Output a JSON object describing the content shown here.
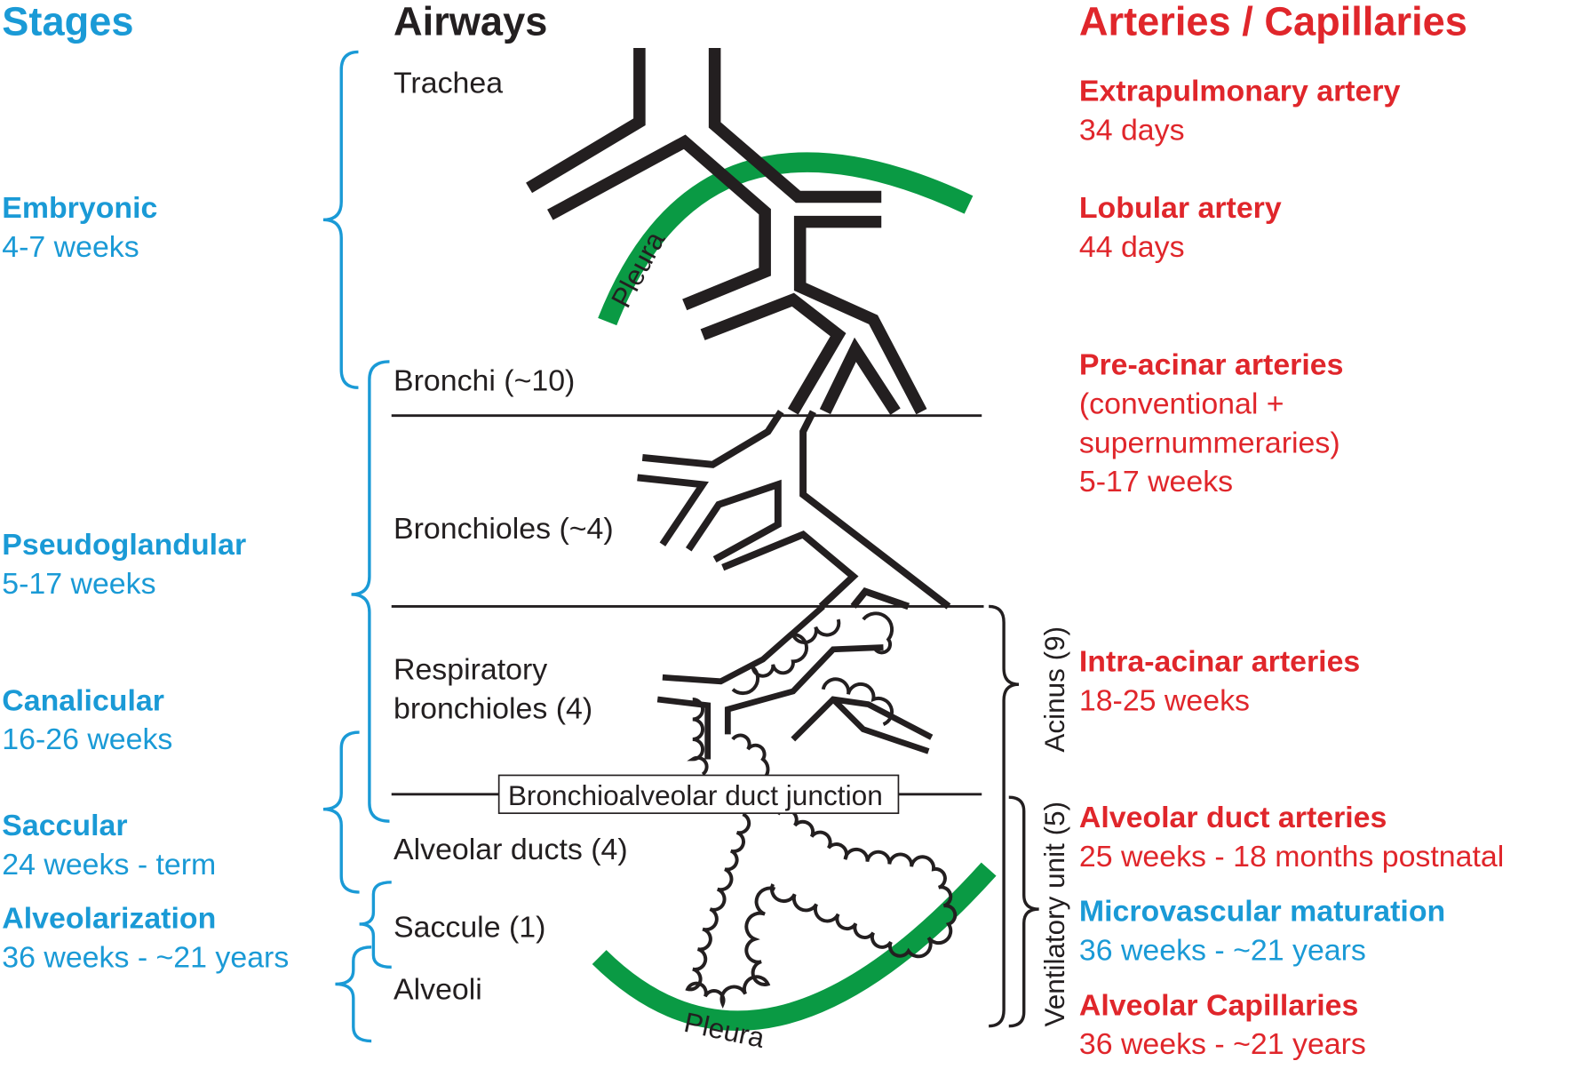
{
  "headers": {
    "stages": "Stages",
    "airways": "Airways",
    "arteries": "Arteries / Capillaries"
  },
  "stages": [
    {
      "name": "Embryonic",
      "time": "4-7 weeks"
    },
    {
      "name": "Pseudoglandular",
      "time": "5-17 weeks"
    },
    {
      "name": "Canalicular",
      "time": "16-26 weeks"
    },
    {
      "name": "Saccular",
      "time": "24 weeks - term"
    },
    {
      "name": "Alveolarization",
      "time": "36 weeks - ~21 years"
    }
  ],
  "airways": [
    "Trachea",
    "Bronchi (~10)",
    "Bronchioles (~4)",
    "Respiratory",
    "bronchioles (4)",
    "Alveolar ducts (4)",
    "Saccule (1)",
    "Alveoli"
  ],
  "junction": "Bronchioalveolar duct junction",
  "units": {
    "acinus": "Acinus (9)",
    "ventilatory": "Ventilatory unit (5)"
  },
  "pleura": [
    "Pleura",
    "Pleura"
  ],
  "arteries": [
    {
      "name": "Extrapulmonary artery",
      "lines": [
        "34 days"
      ]
    },
    {
      "name": "Lobular artery",
      "lines": [
        "44 days"
      ]
    },
    {
      "name": "Pre-acinar arteries",
      "lines": [
        "(conventional +",
        "supernummeraries)",
        "5-17 weeks"
      ]
    },
    {
      "name": "Intra-acinar arteries",
      "lines": [
        "18-25 weeks"
      ]
    },
    {
      "name": "Alveolar duct arteries",
      "lines": [
        "25 weeks - 18 months postnatal"
      ]
    },
    {
      "name": "Microvascular maturation",
      "lines": [
        "36 weeks - ~21 years"
      ]
    },
    {
      "name": "Alveolar Capillaries",
      "lines": [
        "36 weeks - ~21 years"
      ]
    }
  ],
  "colors": {
    "blue": "#1a9ad6",
    "red": "#e0262b",
    "green": "#0a9a44",
    "black": "#231f20"
  }
}
